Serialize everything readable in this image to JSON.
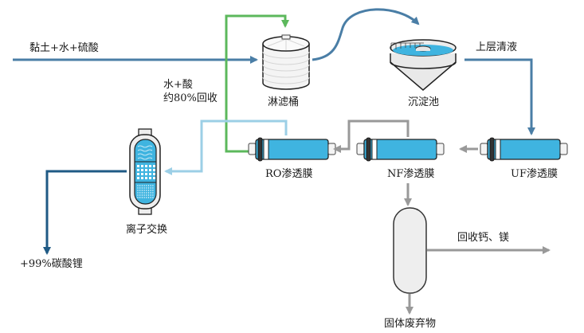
{
  "colors": {
    "feed_line": "#4a7ea6",
    "green_line": "#5cb85c",
    "light_blue_line": "#9ccfe6",
    "gray_line": "#999999",
    "dark_blue_line": "#1f5a85",
    "membrane_blue": "#3fb4e0",
    "tank_fill": "#f3f3f3",
    "vessel_fill": "#eeeeee"
  },
  "labels": {
    "feed": "黏土+水+硫酸",
    "recycle_line1": "水+酸",
    "recycle_line2": "约80%回收",
    "leach_tank": "淋滤桶",
    "settling_tank": "沉淀池",
    "supernatant": "上层清液",
    "uf_membrane": "UF渗透膜",
    "nf_membrane": "NF渗透膜",
    "ro_membrane": "RO渗透膜",
    "ion_exchange": "离子交换",
    "product": "+99%碳酸锂",
    "recover_ca_mg": "回收钙、镁",
    "solid_waste": "固体废弃物"
  }
}
